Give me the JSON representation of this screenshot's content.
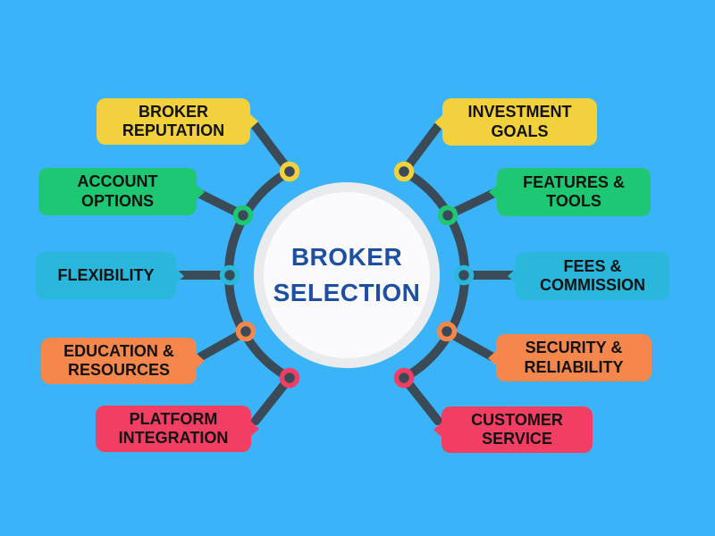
{
  "center": {
    "title_line1": "BROKER",
    "title_line2": "SELECTION"
  },
  "items_left": [
    {
      "label": "BROKER REPUTATION",
      "color_key": "yellow"
    },
    {
      "label": "ACCOUNT OPTIONS",
      "color_key": "green"
    },
    {
      "label": "FLEXIBILITY",
      "color_key": "cyan"
    },
    {
      "label": "EDUCATION & RESOURCES",
      "color_key": "orange"
    },
    {
      "label": "PLATFORM INTEGRATION",
      "color_key": "pink"
    }
  ],
  "items_right": [
    {
      "label": "INVESTMENT GOALS",
      "color_key": "yellow"
    },
    {
      "label": "FEATURES & TOOLS",
      "color_key": "green"
    },
    {
      "label": "FEES & COMMISSION",
      "color_key": "cyan"
    },
    {
      "label": "SECURITY & RELIABILITY",
      "color_key": "orange"
    },
    {
      "label": "CUSTOMER SERVICE",
      "color_key": "pink"
    }
  ],
  "colors": {
    "background": "#3bb3f8",
    "yellow": "#f2d13d",
    "green": "#1ec873",
    "cyan": "#29b8dc",
    "orange": "#f6874c",
    "pink": "#f23e63",
    "connector": "#3a4a56",
    "node_ring": "#e9ebed",
    "node_fill": "#fbfbfd",
    "center_text": "#1d4fa2",
    "label_text": "#121212"
  }
}
